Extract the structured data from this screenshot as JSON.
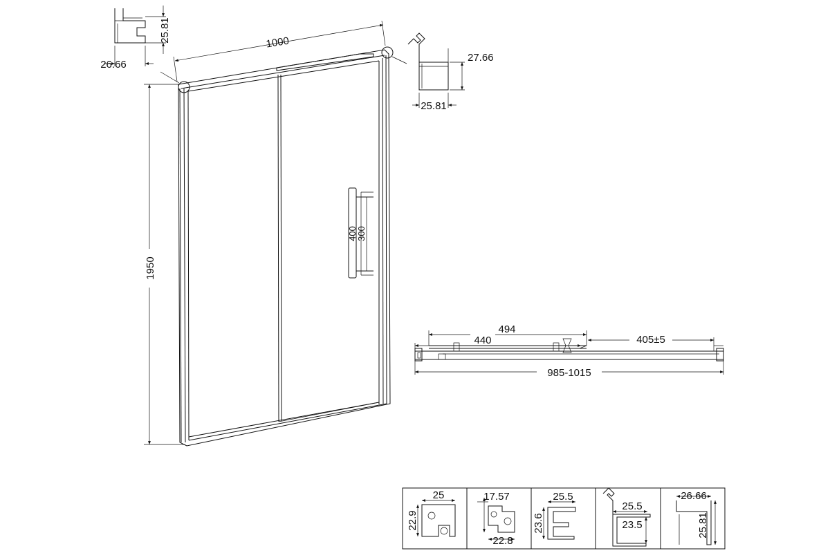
{
  "front_view": {
    "width_dim": "1000",
    "height_dim": "1950",
    "handle_outer_dim": "400",
    "handle_inner_dim": "300"
  },
  "detail_left": {
    "height_dim": "25.81",
    "width_dim": "26.66"
  },
  "detail_right": {
    "height_dim": "27.66",
    "width_dim": "25.81"
  },
  "plan_view": {
    "dim_a": "494",
    "dim_b": "440",
    "dim_c": "405±5",
    "overall": "985-1015"
  },
  "profiles": [
    {
      "dim_top": "25",
      "dim_side": "22.9",
      "dim_bottom": ""
    },
    {
      "dim_top": "17.57",
      "dim_side": "",
      "dim_bottom": "22.8"
    },
    {
      "dim_top": "25.5",
      "dim_side": "23.6",
      "dim_bottom": ""
    },
    {
      "dim_top": "25.5",
      "dim_side": "23.5",
      "dim_bottom": ""
    },
    {
      "dim_top": "26.66",
      "dim_side": "25.81",
      "dim_bottom": ""
    }
  ]
}
